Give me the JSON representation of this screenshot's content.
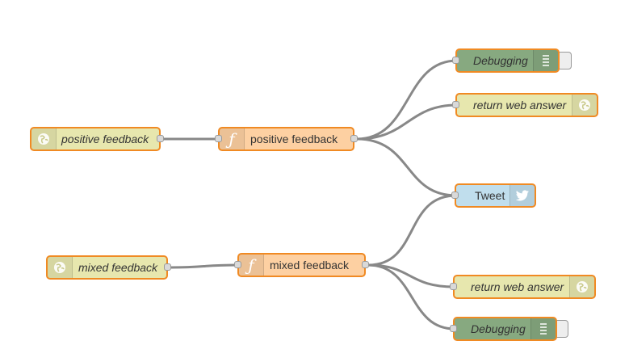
{
  "nodes": {
    "pos_in": {
      "label": "positive feedback",
      "icon": "globe-icon",
      "color": "#e7e7ae"
    },
    "pos_fn": {
      "label": "positive feedback",
      "icon": "function-icon",
      "color": "#fdd0a2"
    },
    "debug1": {
      "label": "Debugging",
      "icon": "debug-list-icon",
      "color": "#87a980"
    },
    "resp1": {
      "label": "return web answer",
      "icon": "globe-icon",
      "color": "#e7e7ae"
    },
    "tweet": {
      "label": "Tweet",
      "icon": "twitter-bird-icon",
      "color": "#c0deed"
    },
    "mix_in": {
      "label": "mixed feedback",
      "icon": "globe-icon",
      "color": "#e7e7ae"
    },
    "mix_fn": {
      "label": "mixed feedback",
      "icon": "function-icon",
      "color": "#fdd0a2"
    },
    "resp2": {
      "label": "return web answer",
      "icon": "globe-icon",
      "color": "#e7e7ae"
    },
    "debug2": {
      "label": "Debugging",
      "icon": "debug-list-icon",
      "color": "#87a980"
    }
  },
  "selection_color": "#f08a23",
  "wire_color": "#888888"
}
